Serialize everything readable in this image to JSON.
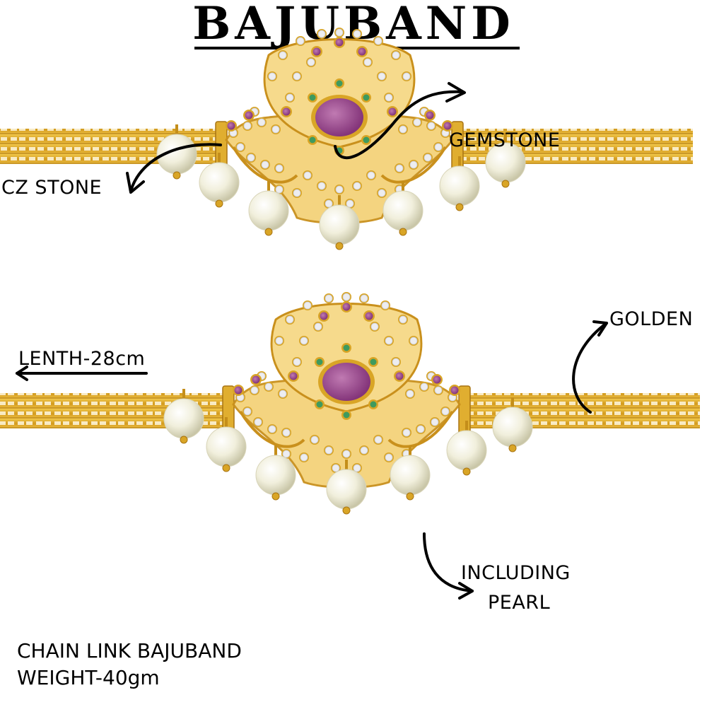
{
  "title": "BAJUBAND",
  "annotations": {
    "cz_stone": "CZ STONE",
    "gemstone": "GEMSTONE",
    "length": "LENTH-28cm",
    "golden": "GOLDEN",
    "including_pearl_line1": "INCLUDING",
    "including_pearl_line2": "PEARL"
  },
  "footer": {
    "line1": "CHAIN LINK BAJUBAND",
    "line2": "WEIGHT-40gm"
  },
  "colors": {
    "gold": "#D9A526",
    "gold_dark": "#A87412",
    "ruby": "#9C4C8E",
    "emerald": "#3E9A5E",
    "cz": "#EDEDF0",
    "pearl": "#F3F1DE",
    "ink": "#000000"
  }
}
